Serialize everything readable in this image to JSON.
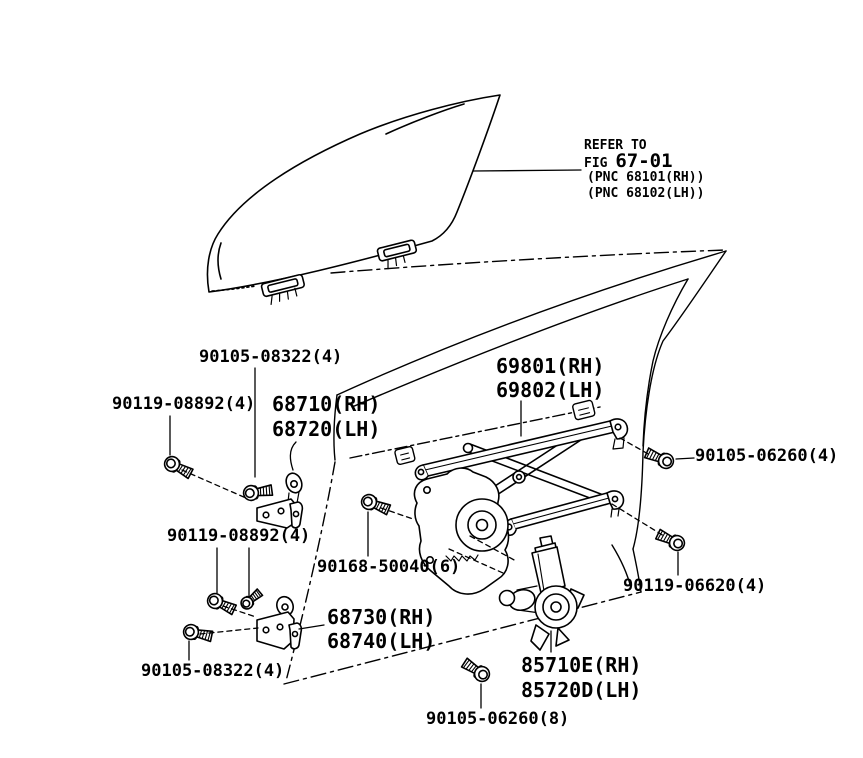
{
  "canvas": {
    "background": "#ffffff",
    "ink": "#000000"
  },
  "refer_note": {
    "line1": "REFER TO",
    "fig_prefix": "FIG",
    "fig_number": "67-01",
    "pnc_rh": "(PNC 68101(RH))",
    "pnc_lh": "(PNC 68102(LH))"
  },
  "part_labels": {
    "bolt_08322_top": "90105-08322(4)",
    "bolt_08892_upper": "90119-08892(4)",
    "hinge_upper_rh": "68710(RH)",
    "hinge_upper_lh": "68720(LH)",
    "regulator_rh": "69801(RH)",
    "regulator_lh": "69802(LH)",
    "bolt_06260_right": "90105-06260(4)",
    "bolt_08892_lower": "90119-08892(4)",
    "screw_50040": "90168-50040(6)",
    "bolt_06620": "90119-06620(4)",
    "hinge_lower_rh": "68730(RH)",
    "hinge_lower_lh": "68740(LH)",
    "bolt_08322_bottom": "90105-08322(4)",
    "motor_rh": "85710E(RH)",
    "motor_lh": "85720D(LH)",
    "bolt_06260_bottom": "90105-06260(8)"
  }
}
